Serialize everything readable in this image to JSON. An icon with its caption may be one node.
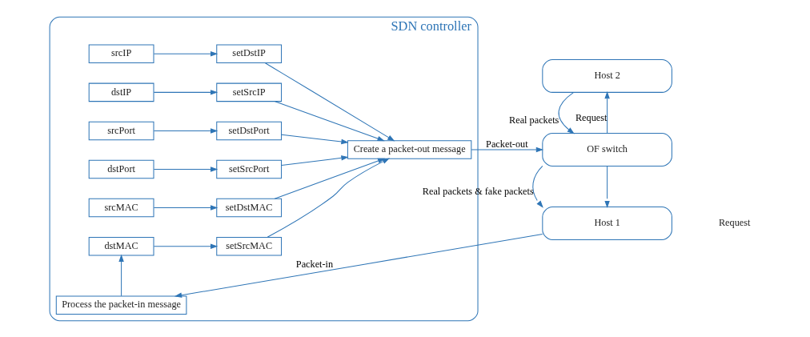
{
  "diagram": {
    "nodes": [
      {
        "text": [
          "SDN controller"
        ]
      },
      {
        "text": [
          "srcIP"
        ],
        "in": 0
      },
      {
        "text": [
          "setDstIP"
        ],
        "in": 0
      },
      {
        "text": [
          "dstIP"
        ],
        "in": 0
      },
      {
        "text": [
          "setSrcIP"
        ],
        "in": 0
      },
      {
        "text": [
          "srcPort"
        ],
        "in": 0
      },
      {
        "text": [
          "setDstPort"
        ],
        "in": 0
      },
      {
        "text": [
          "dstPort"
        ],
        "in": 0
      },
      {
        "text": [
          "setSrcPort"
        ],
        "in": 0
      },
      {
        "text": [
          "srcMAC"
        ],
        "in": 0
      },
      {
        "text": [
          "setDstMAC"
        ],
        "in": 0
      },
      {
        "text": [
          "dstMAC"
        ],
        "in": 0
      },
      {
        "text": [
          "setSrcMAC"
        ],
        "in": 0
      },
      {
        "text": [
          "Create a packet-out message"
        ],
        "in": 0
      },
      {
        "text": [
          "Process the packet-in message"
        ],
        "in": 0
      },
      {
        "text": [
          "Host 2"
        ]
      },
      {
        "text": [
          "OF switch"
        ]
      },
      {
        "text": [
          "Host 1"
        ]
      }
    ],
    "edges": [
      {
        "from": 1,
        "to": 2,
        "arrow": "to"
      },
      {
        "from": 3,
        "to": 4,
        "arrow": "to"
      },
      {
        "from": 5,
        "to": 6,
        "arrow": "to"
      },
      {
        "from": 7,
        "to": 8,
        "arrow": "to"
      },
      {
        "from": 9,
        "to": 10,
        "arrow": "to"
      },
      {
        "from": 11,
        "to": 12,
        "arrow": "to"
      },
      {
        "from": 2,
        "to": 13,
        "arrow": "to"
      },
      {
        "from": 4,
        "to": 13,
        "arrow": "to"
      },
      {
        "from": 6,
        "to": 13,
        "arrow": "to"
      },
      {
        "from": 8,
        "to": 13,
        "arrow": "to"
      },
      {
        "from": 10,
        "to": 13,
        "arrow": "to"
      },
      {
        "from": 12,
        "to": 13,
        "arrow": "to"
      },
      {
        "from": 13,
        "to": 16,
        "arrow": "to",
        "label": "Packet-out"
      },
      {
        "from": 16,
        "to": 15,
        "arrow": "to",
        "label": "Request"
      },
      {
        "from": 15,
        "to": 16,
        "arrow": "to",
        "label": "Real packets"
      },
      {
        "from": 17,
        "to": 14,
        "arrow": "to",
        "label": "Packet-in"
      },
      {
        "from": 16,
        "to": 17,
        "arrow": "to",
        "label": "Real packets & fake packets"
      },
      {
        "from": 16,
        "to": 17,
        "arrow": "to"
      },
      {
        "from": 14,
        "to": 11,
        "arrow": "to"
      }
    ],
    "labels": [
      "Request"
    ]
  }
}
